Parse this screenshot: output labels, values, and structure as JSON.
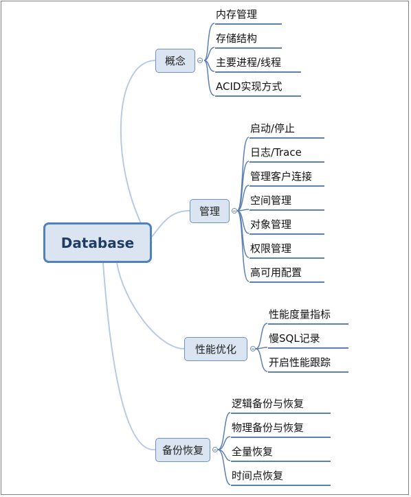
{
  "root": "Database",
  "branches": [
    {
      "label": "概念",
      "children": [
        "内存管理",
        "存储结构",
        "主要进程/线程",
        "ACID实现方式"
      ]
    },
    {
      "label": "管理",
      "children": [
        "启动/停止",
        "日志/Trace",
        "管理客户连接",
        "空间管理",
        "对象管理",
        "权限管理",
        "高可用配置"
      ]
    },
    {
      "label": "性能优化",
      "children": [
        "性能度量指标",
        "慢SQL记录",
        "开启性能跟踪"
      ]
    },
    {
      "label": "备份恢复",
      "children": [
        "逻辑备份与恢复",
        "物理备份与恢复",
        "全量恢复",
        "时间点恢复"
      ]
    }
  ]
}
